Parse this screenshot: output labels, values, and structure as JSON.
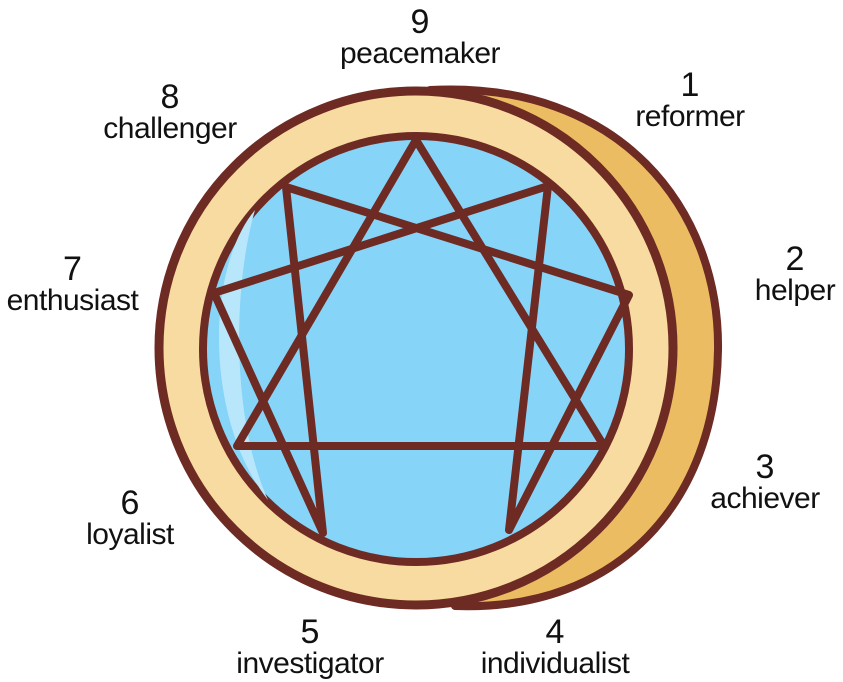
{
  "colors": {
    "outline": "#6e2b24",
    "rim": "#f8dba0",
    "shadow": "#ecbc63",
    "face": "#86d4f8",
    "highlight": "#b8e7fb",
    "text": "#111111"
  },
  "types": [
    {
      "num": "1",
      "name": "reformer"
    },
    {
      "num": "2",
      "name": "helper"
    },
    {
      "num": "3",
      "name": "achiever"
    },
    {
      "num": "4",
      "name": "individualist"
    },
    {
      "num": "5",
      "name": "investigator"
    },
    {
      "num": "6",
      "name": "loyalist"
    },
    {
      "num": "7",
      "name": "enthusiast"
    },
    {
      "num": "8",
      "name": "challenger"
    },
    {
      "num": "9",
      "name": "peacemaker"
    }
  ]
}
